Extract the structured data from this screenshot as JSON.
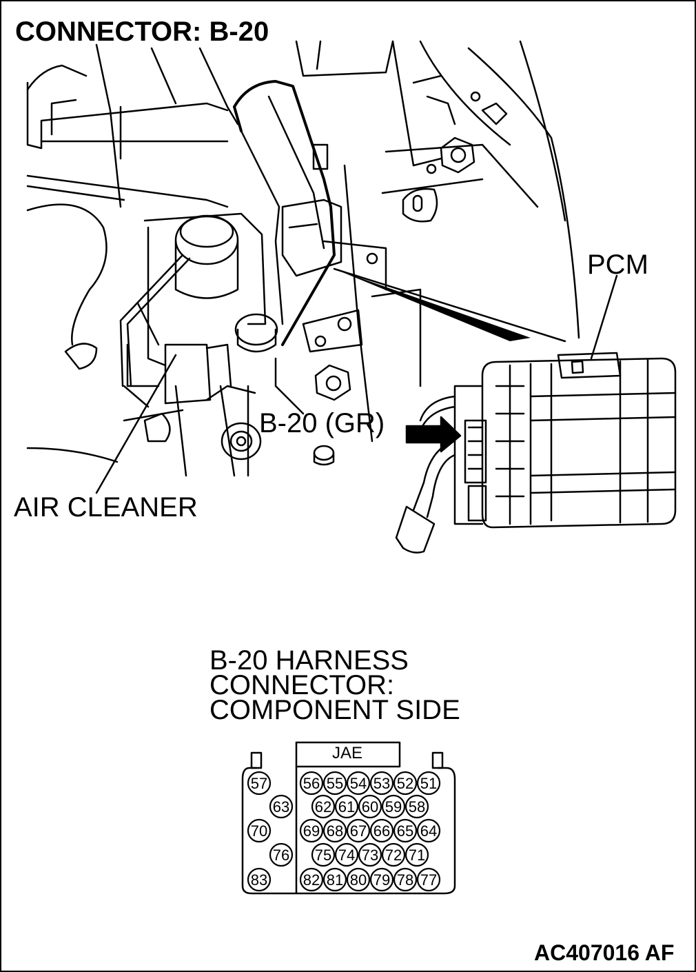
{
  "title": "CONNECTOR: B-20",
  "labels": {
    "pcm": "PCM",
    "connector": "B-20 (GR)",
    "air_cleaner": "AIR CLEANER"
  },
  "harness": {
    "line1": "B-20 HARNESS",
    "line2": "CONNECTOR:",
    "line3": "COMPONENT SIDE",
    "maker": "JAE",
    "left_column": [
      "57",
      "63",
      "70",
      "76",
      "83"
    ],
    "rows": [
      [
        "56",
        "55",
        "54",
        "53",
        "52",
        "51"
      ],
      [
        "62",
        "61",
        "60",
        "59",
        "58"
      ],
      [
        "69",
        "68",
        "67",
        "66",
        "65",
        "64"
      ],
      [
        "75",
        "74",
        "73",
        "72",
        "71"
      ],
      [
        "82",
        "81",
        "80",
        "79",
        "78",
        "77"
      ]
    ]
  },
  "figure_id": "AC407016 AF"
}
